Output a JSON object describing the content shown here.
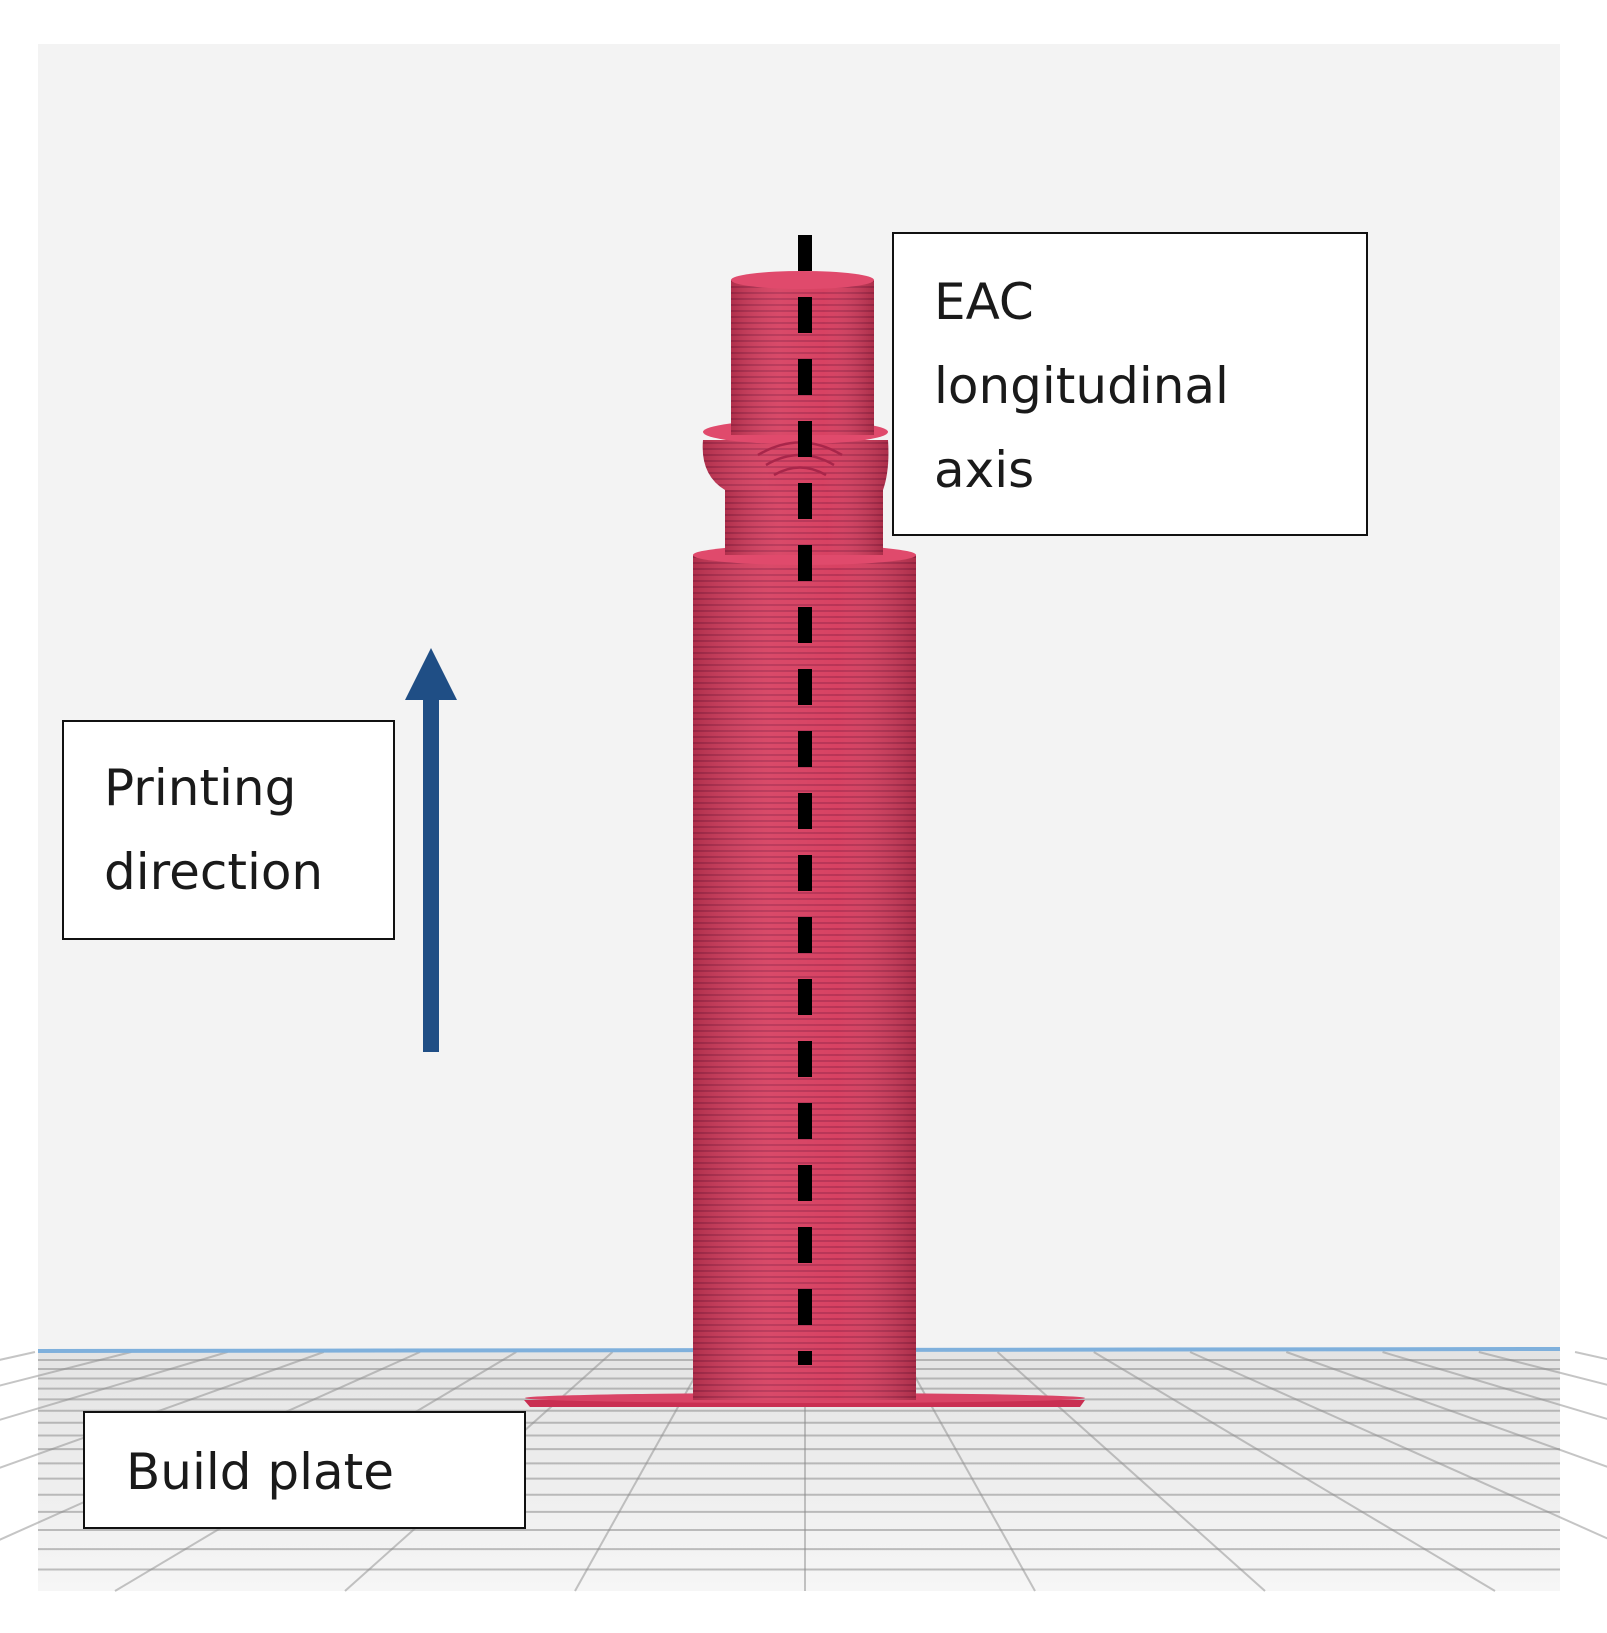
{
  "labels": {
    "eac_axis": [
      "EAC",
      "longitudinal",
      "axis"
    ],
    "printing_direction": [
      "Printing",
      "direction"
    ],
    "build_plate": "Build plate"
  },
  "colors": {
    "background": "#f3f3f3",
    "part": "#d63a5c",
    "part_layer_line": "#b02a48",
    "axis_dash": "#000000",
    "arrow": "#1f4e85",
    "plate_edge": "#7fb0dc",
    "grid_line": "#8a8a8a"
  },
  "icons": {
    "arrow": "arrow-up-icon",
    "axis": "dashed-axis-line"
  }
}
